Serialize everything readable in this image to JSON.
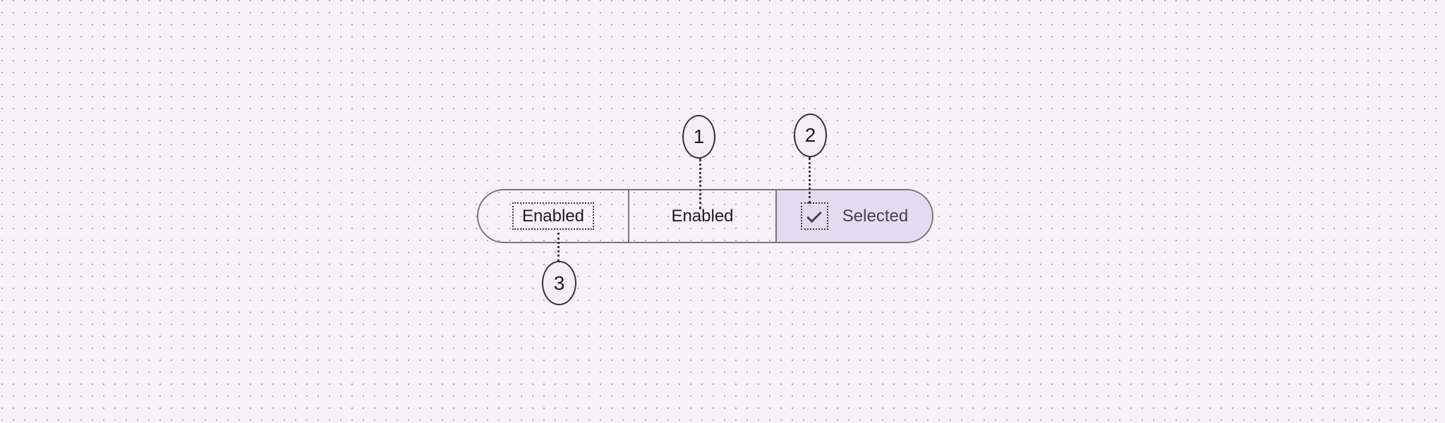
{
  "theme": {
    "background": "#f9f1f8",
    "dot_color": "#b3aab4",
    "outline_color": "#79747e",
    "selected_segment_bg": "#e3dcf1",
    "label_color": "#1d1b20",
    "selected_label_color": "#46404e",
    "annotation_color": "#3b3842"
  },
  "segmented_button": {
    "segments": [
      {
        "label": "Enabled",
        "state": "enabled",
        "focus_outline": true
      },
      {
        "label": "Enabled",
        "state": "enabled",
        "focus_outline": false
      },
      {
        "label": "Selected",
        "state": "selected",
        "icon": "checkmark-icon"
      }
    ]
  },
  "annotations": [
    {
      "number": "1",
      "target": "segment-2-container"
    },
    {
      "number": "2",
      "target": "selected-segment-checkmark"
    },
    {
      "number": "3",
      "target": "segment-1-label"
    }
  ]
}
